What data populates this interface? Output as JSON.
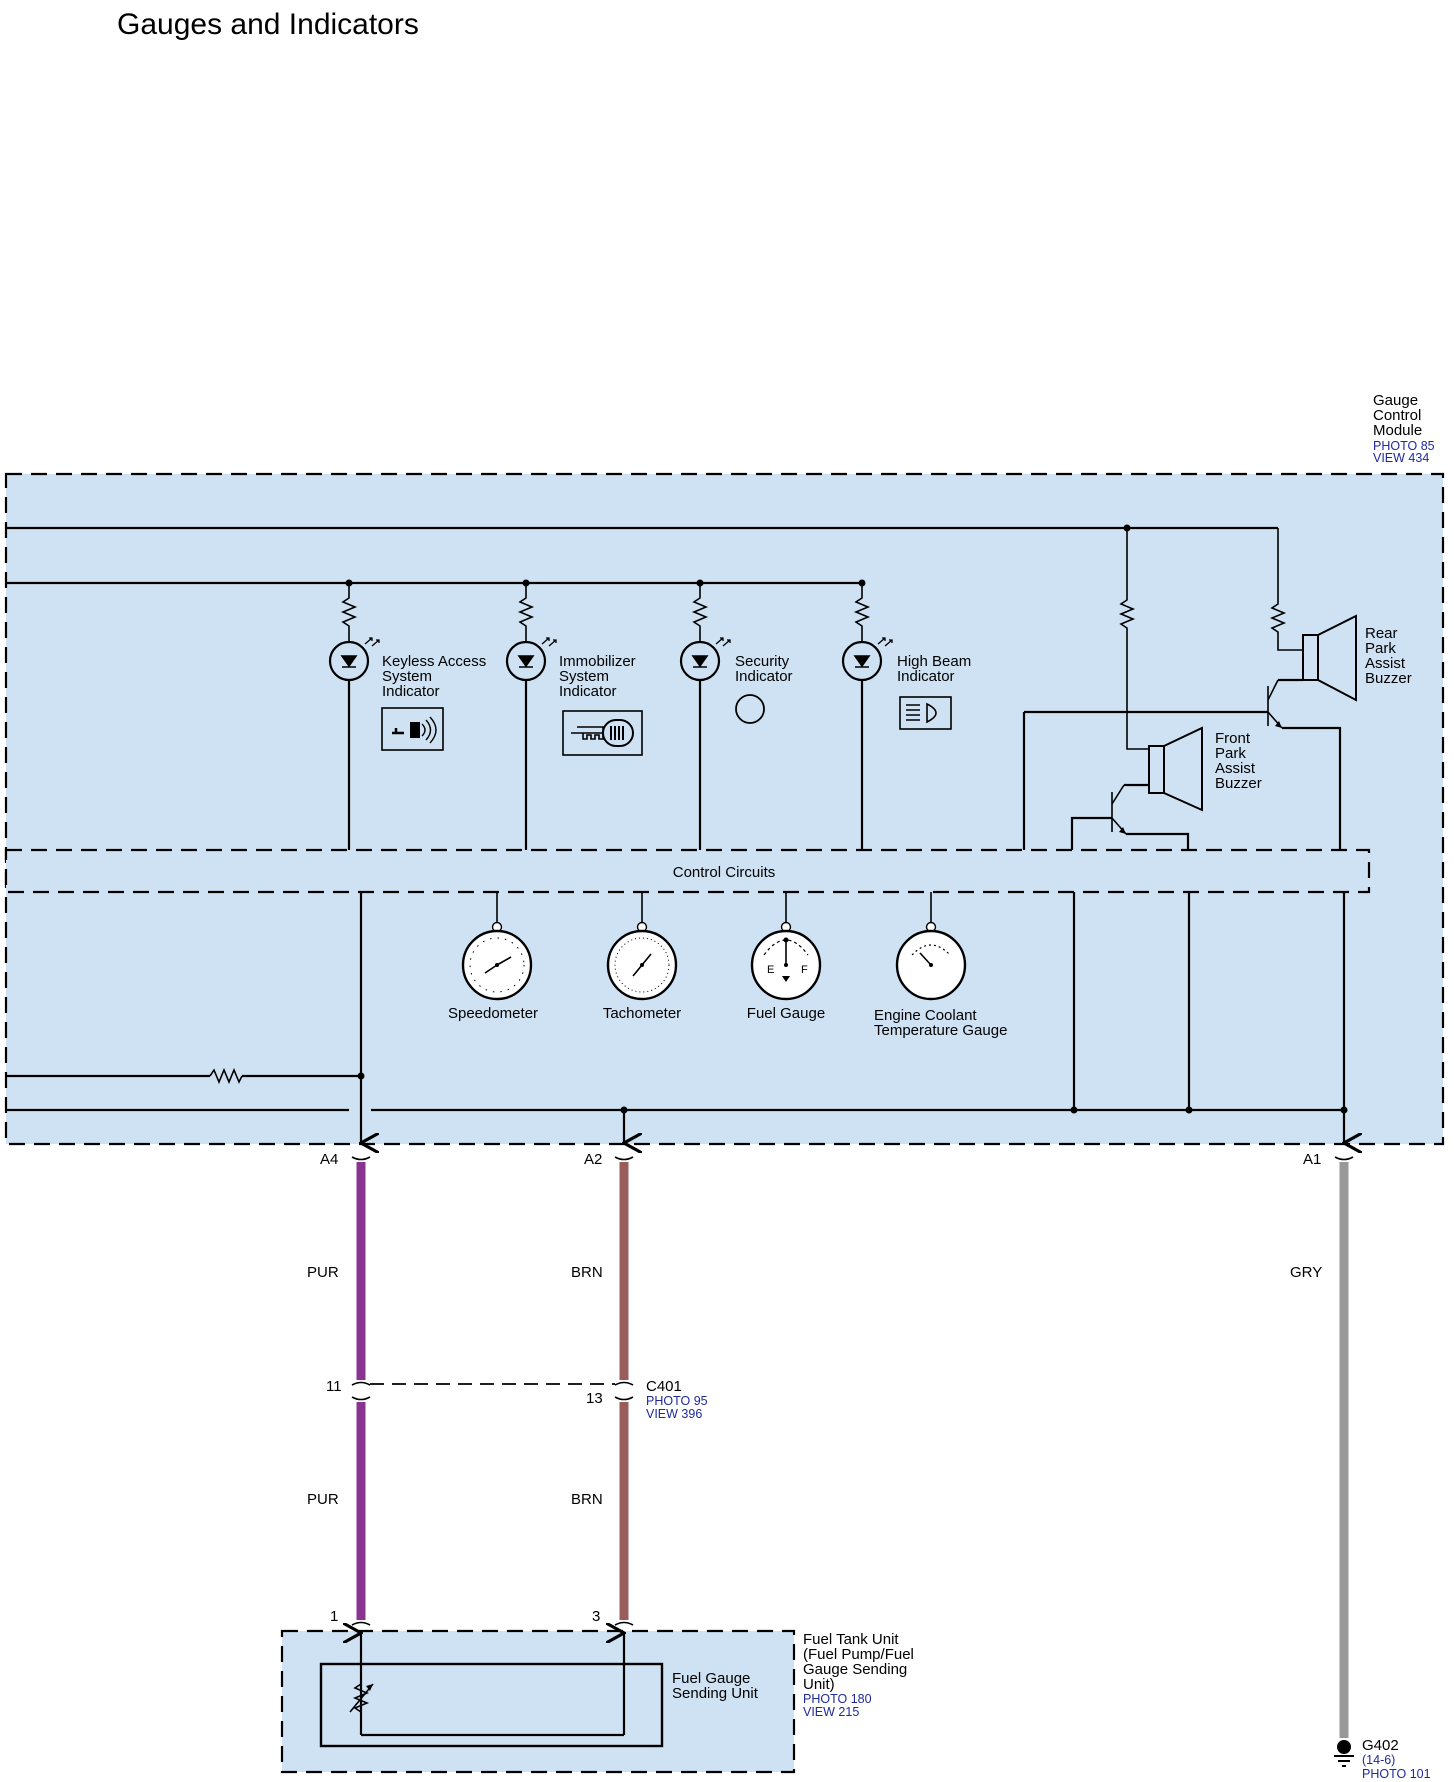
{
  "title": "Gauges and Indicators",
  "module": {
    "name": [
      "Gauge",
      "Control",
      "Module"
    ],
    "photo": "PHOTO 85",
    "view": "VIEW 434",
    "fill": "#cfe2f3"
  },
  "indicators": [
    {
      "label": [
        "Keyless Access",
        "System",
        "Indicator"
      ],
      "icon": "keyless-access-icon"
    },
    {
      "label": [
        "Immobilizer",
        "System",
        "Indicator"
      ],
      "icon": "immobilizer-key-icon"
    },
    {
      "label": [
        "Security",
        "Indicator"
      ],
      "icon": "security-circle-icon"
    },
    {
      "label": [
        "High Beam",
        "Indicator"
      ],
      "icon": "high-beam-icon"
    }
  ],
  "buzzers": {
    "rear": [
      "Rear",
      "Park",
      "Assist",
      "Buzzer"
    ],
    "front": [
      "Front",
      "Park",
      "Assist",
      "Buzzer"
    ]
  },
  "control_circuits": "Control Circuits",
  "gauges": [
    {
      "label": [
        "Speedometer"
      ],
      "icon": "speedometer-icon"
    },
    {
      "label": [
        "Tachometer"
      ],
      "icon": "tachometer-icon"
    },
    {
      "label": [
        "Fuel Gauge"
      ],
      "icon": "fuel-gauge-icon",
      "marks": [
        "E",
        "F"
      ]
    },
    {
      "label": [
        "Engine Coolant",
        "Temperature Gauge"
      ],
      "icon": "coolant-gauge-icon"
    }
  ],
  "terminals": {
    "a4": "A4",
    "a2": "A2",
    "a1": "A1"
  },
  "wires": [
    {
      "color_code": "PUR",
      "hex": "#8b3390"
    },
    {
      "color_code": "BRN",
      "hex": "#9b5c5c"
    },
    {
      "color_code": "GRY",
      "hex": "#999999"
    }
  ],
  "connector_c401": {
    "name": "C401",
    "photo": "PHOTO 95",
    "view": "VIEW 396",
    "pin_pur": "11",
    "pin_brn": "13"
  },
  "fuel_tank_unit": {
    "name": [
      "Fuel Tank Unit",
      "(Fuel Pump/Fuel",
      "Gauge Sending",
      "Unit)"
    ],
    "photo": "PHOTO 180",
    "view": "VIEW 215",
    "pin_pur": "1",
    "pin_brn": "3",
    "sender": [
      "Fuel Gauge",
      "Sending Unit"
    ]
  },
  "ground": {
    "name": "G402",
    "page": "(14-6)",
    "photo": "PHOTO 101"
  }
}
